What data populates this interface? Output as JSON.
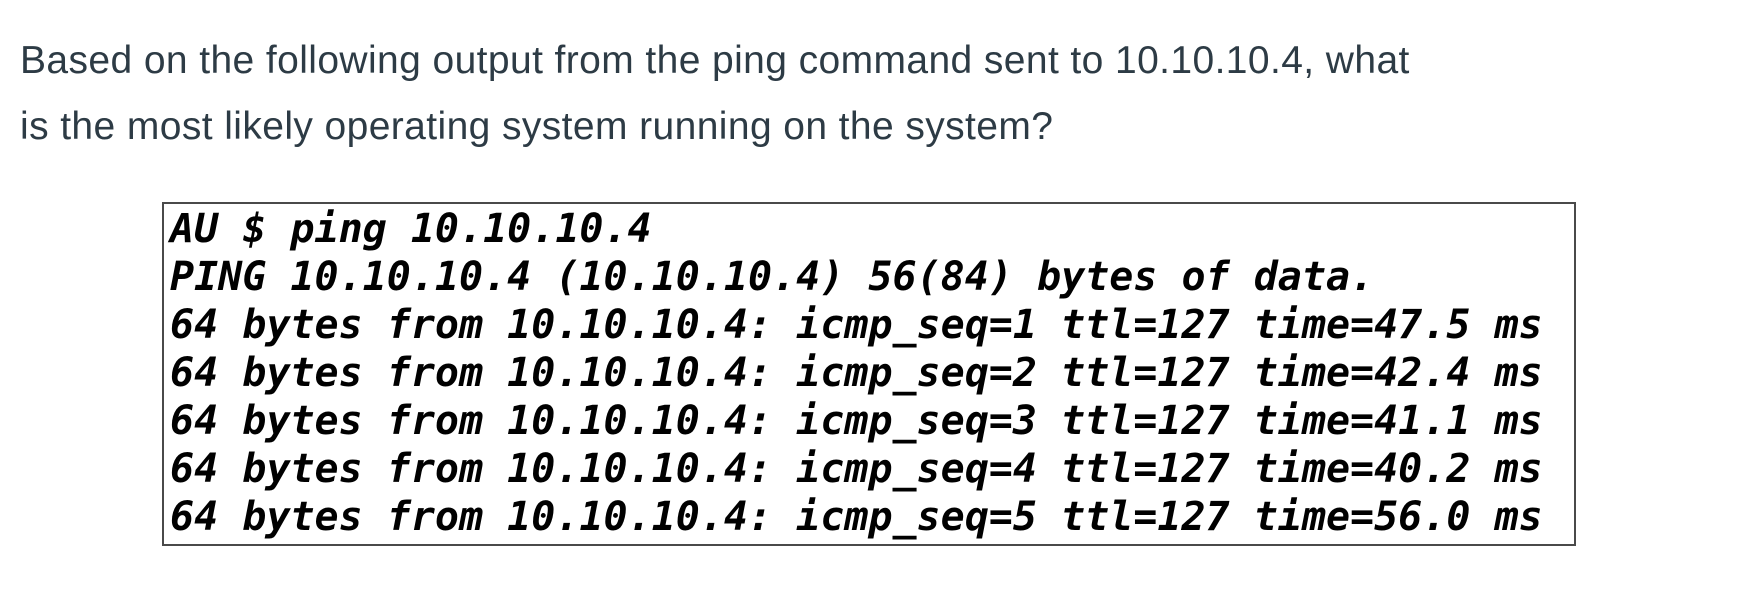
{
  "question": {
    "full_text": "Based on the following output from the ping command sent to 10.10.10.4, what is the most likely operating system running on the system?",
    "lines": [
      "Based on the following output from the ping command sent to 10.10.10.4, what",
      "is the most likely operating system running on the system?"
    ]
  },
  "terminal": {
    "lines": [
      "AU $ ping 10.10.10.4",
      "PING 10.10.10.4 (10.10.10.4) 56(84) bytes of data.",
      "64 bytes from 10.10.10.4: icmp_seq=1 ttl=127 time=47.5 ms",
      "64 bytes from 10.10.10.4: icmp_seq=2 ttl=127 time=42.4 ms",
      "64 bytes from 10.10.10.4: icmp_seq=3 ttl=127 time=41.1 ms",
      "64 bytes from 10.10.10.4: icmp_seq=4 ttl=127 time=40.2 ms",
      "64 bytes from 10.10.10.4: icmp_seq=5 ttl=127 time=56.0 ms"
    ]
  },
  "colors": {
    "background": "#ffffff",
    "question_text": "#2d3b45",
    "terminal_text": "#000000",
    "terminal_border": "#4a4a4a"
  }
}
